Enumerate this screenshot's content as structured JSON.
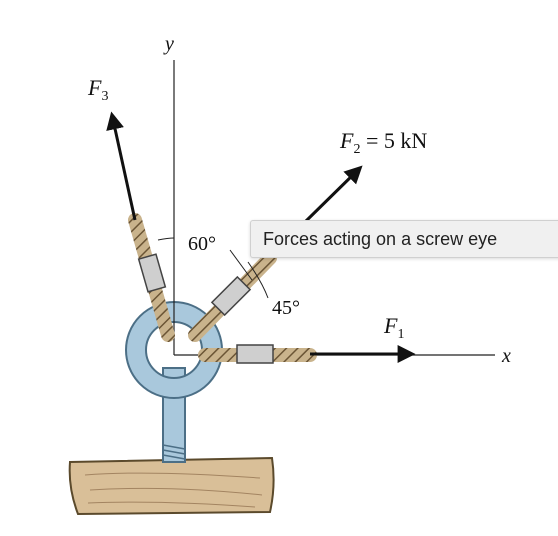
{
  "labels": {
    "y_axis": "y",
    "x_axis": "x",
    "f3": "F",
    "f3_sub": "3",
    "f2": "F",
    "f2_sub": "2",
    "f2_value": " = 5 kN",
    "f1": "F",
    "f1_sub": "1",
    "angle_60": "60°",
    "angle_45": "45°"
  },
  "tooltip": {
    "text": "Forces acting on a screw eye"
  },
  "colors": {
    "eye": "#a9c8dc",
    "eye_stroke": "#4c6f86",
    "rope": "#c9b38c",
    "rope_stroke": "#5b4a2c",
    "sleeve": "#cfcfcf",
    "wood": "#d9bf98",
    "arrow": "#111111"
  }
}
